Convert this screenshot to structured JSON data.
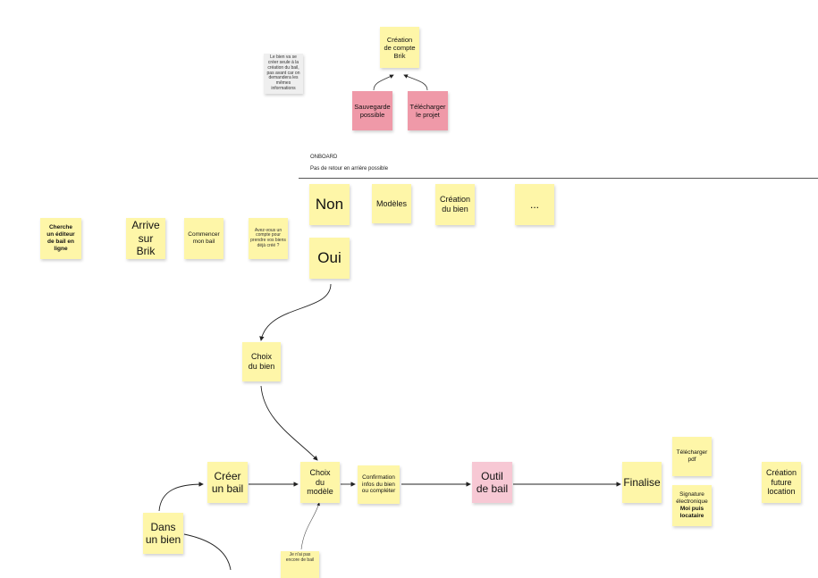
{
  "notes": {
    "creation_compte": "Création\nde compte\nBrik",
    "grey_note": "Le bien va se créer seule à la création du bail, pas avant car on demandera les mêmes informations",
    "sauvegarde": "Sauvegarde\npossible",
    "telecharger_projet": "Télécharger\nle projet",
    "non": "Non",
    "modeles": "Modèles",
    "creation_bien": "Création\ndu bien",
    "ellipsis": "...",
    "cherche": "Cherche\nun éditeur\nde bail en\nligne",
    "arrive": "Arrive\nsur Brik",
    "commencer": "Commencer\nmon bail",
    "avez_vous": "Avez-vous un compte pour prendre vos biens déjà créé ?",
    "oui": "Oui",
    "choix_bien": "Choix\ndu bien",
    "creer_bail": "Créer\nun bail",
    "choix_modele": "Choix\ndu\nmodèle",
    "confirmation": "Confirmation\ninfos du bien\nou compléter",
    "outil_bail": "Outil\nde bail",
    "finalise": "Finalise",
    "telecharger_pdf": "Télécharger\npdf",
    "signature_line1": "Signature\nélectronique",
    "signature_line2": "Moi puis\nlocataire",
    "creation_future": "Création\nfuture\nlocation",
    "dans_bien": "Dans\nun bien",
    "je_nai_pas": "Je n'ai pas\nencore de bail"
  },
  "labels": {
    "onboard": "ONBOARD",
    "pas_de_retour": "Pas de retour en arrière possible"
  },
  "colors": {
    "sticky_yellow": "#fef6a8",
    "sticky_pink": "#ef99a8",
    "sticky_light_pink": "#f7c8d4",
    "grey_note": "#efefef"
  }
}
